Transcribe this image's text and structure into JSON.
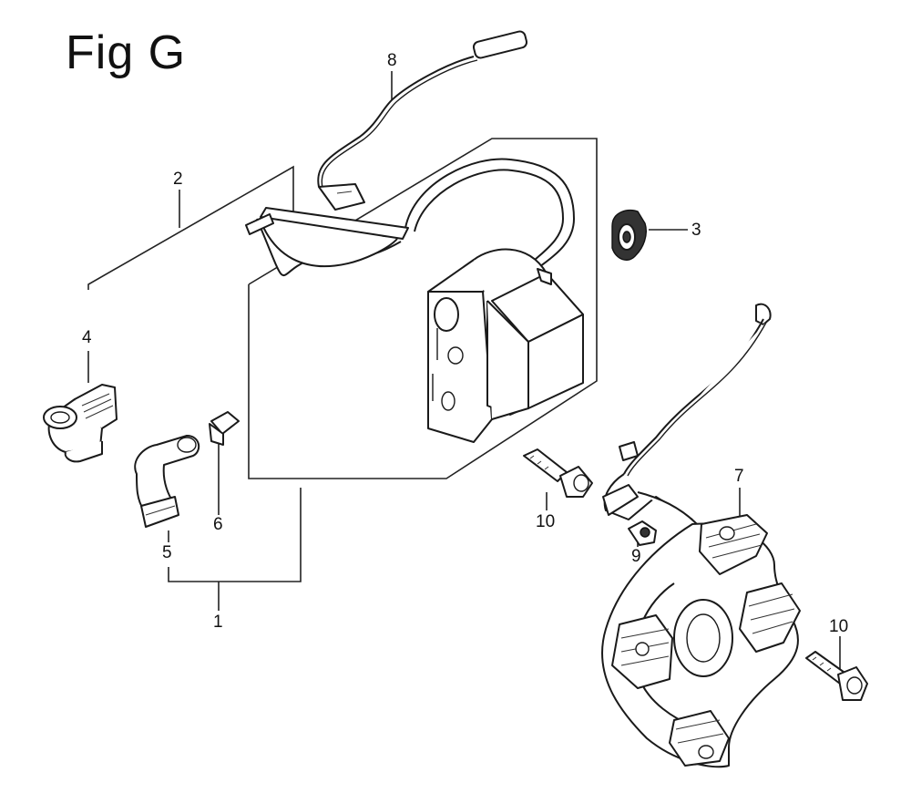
{
  "figure": {
    "title": "Fig G"
  },
  "callouts": {
    "c1": "1",
    "c2": "2",
    "c3": "3",
    "c4": "4",
    "c5": "5",
    "c6": "6",
    "c7": "7",
    "c8": "8",
    "c9": "9",
    "c10a": "10",
    "c10b": "10"
  }
}
